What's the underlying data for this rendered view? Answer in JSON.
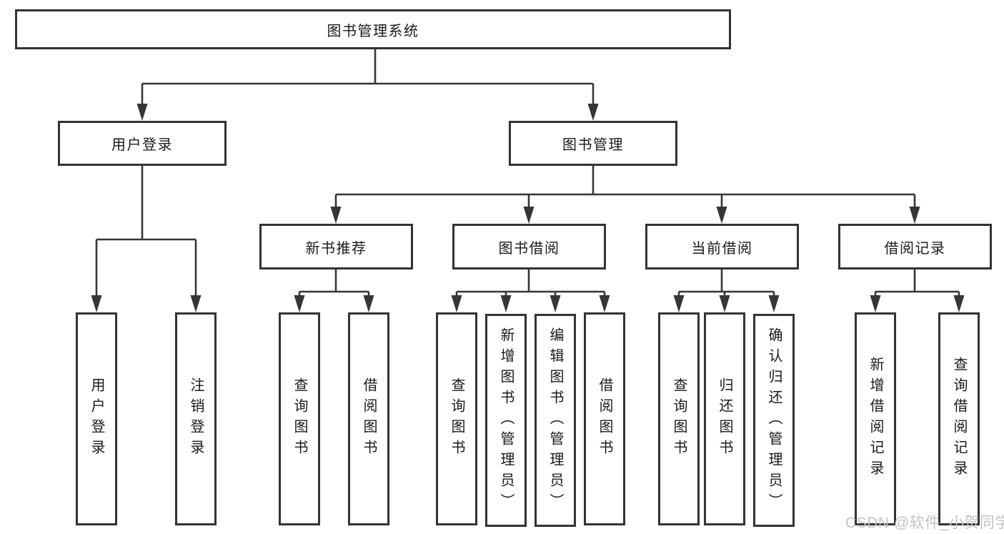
{
  "colors": {
    "line": "#363636",
    "box_border": "#333333",
    "box_fill": "#ffffff",
    "text": "#1a1a1a",
    "watermark": "#c3c3c3"
  },
  "tree": {
    "root": {
      "label": "图书管理系统"
    },
    "level2": [
      {
        "label": "用户登录"
      },
      {
        "label": "图书管理"
      }
    ],
    "level3": [
      {
        "label": "新书推荐"
      },
      {
        "label": "图书借阅"
      },
      {
        "label": "当前借阅"
      },
      {
        "label": "借阅记录"
      }
    ],
    "leaves": {
      "user": [
        {
          "label": "用户登录"
        },
        {
          "label": "注销登录"
        }
      ],
      "new_book": [
        {
          "label": "查询图书"
        },
        {
          "label": "借阅图书"
        }
      ],
      "borrow": [
        {
          "label": "查询图书"
        },
        {
          "label": "新增图书（管理员）"
        },
        {
          "label": "编辑图书（管理员）"
        },
        {
          "label": "借阅图书"
        }
      ],
      "current": [
        {
          "label": "查询图书"
        },
        {
          "label": "归还图书"
        },
        {
          "label": "确认归还（管理员）"
        }
      ],
      "record": [
        {
          "label": "新增借阅记录"
        },
        {
          "label": "查询借阅记录"
        }
      ]
    }
  },
  "watermark": {
    "text": "CSDN @软件_小贺同学"
  }
}
